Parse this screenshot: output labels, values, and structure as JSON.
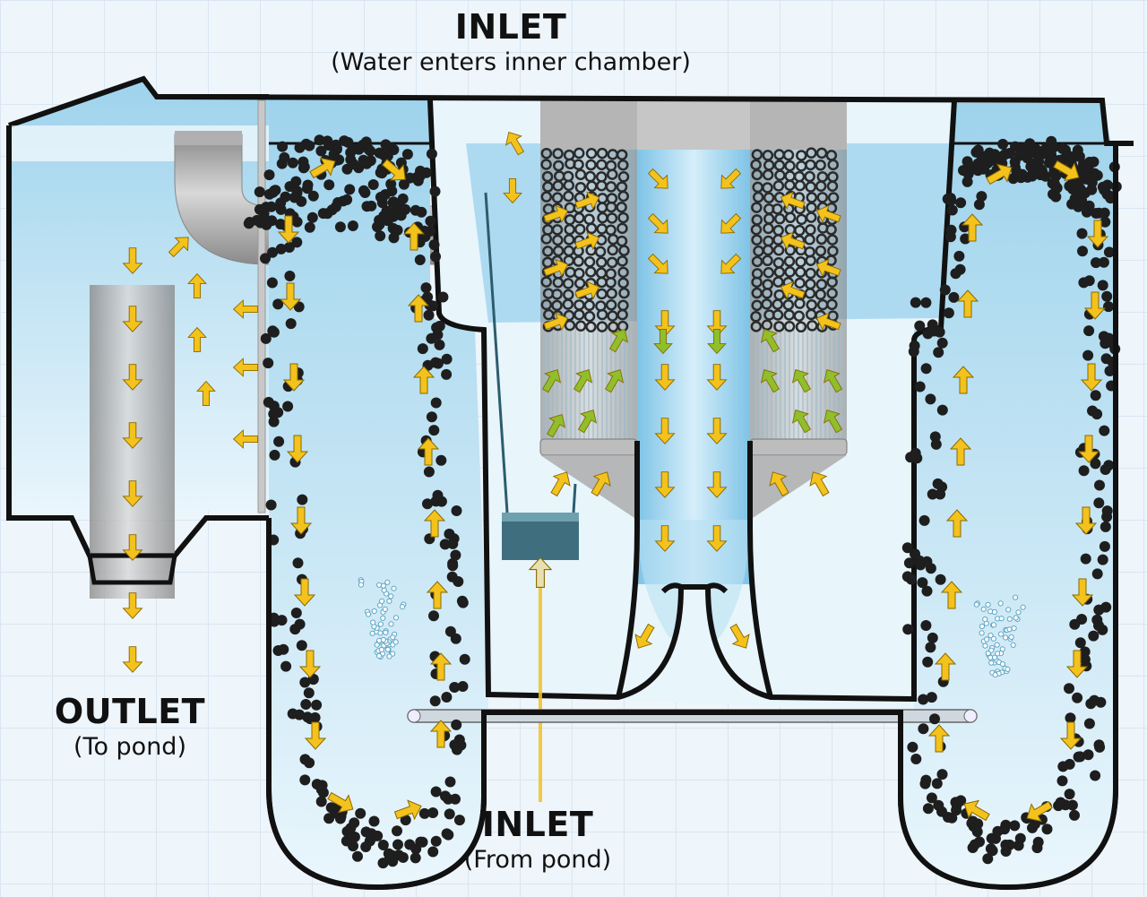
{
  "labels": {
    "inlet_top": {
      "title": "INLET",
      "subtitle": "(Water enters inner chamber)"
    },
    "outlet": {
      "title": "OUTLET",
      "subtitle": "(To pond)"
    },
    "inlet_bottom": {
      "title": "INLET",
      "subtitle": "(From pond)"
    }
  },
  "colors": {
    "water": "#a9d8ee",
    "water_light": "#e3f3fb",
    "media_bead": "#1e1e1e",
    "flow_arrow": "#f4c21c",
    "flow_arrow_green": "#8fbf2a",
    "outline": "#111111",
    "pipe": "#9a9a9a",
    "bubble": "#ffffff"
  }
}
